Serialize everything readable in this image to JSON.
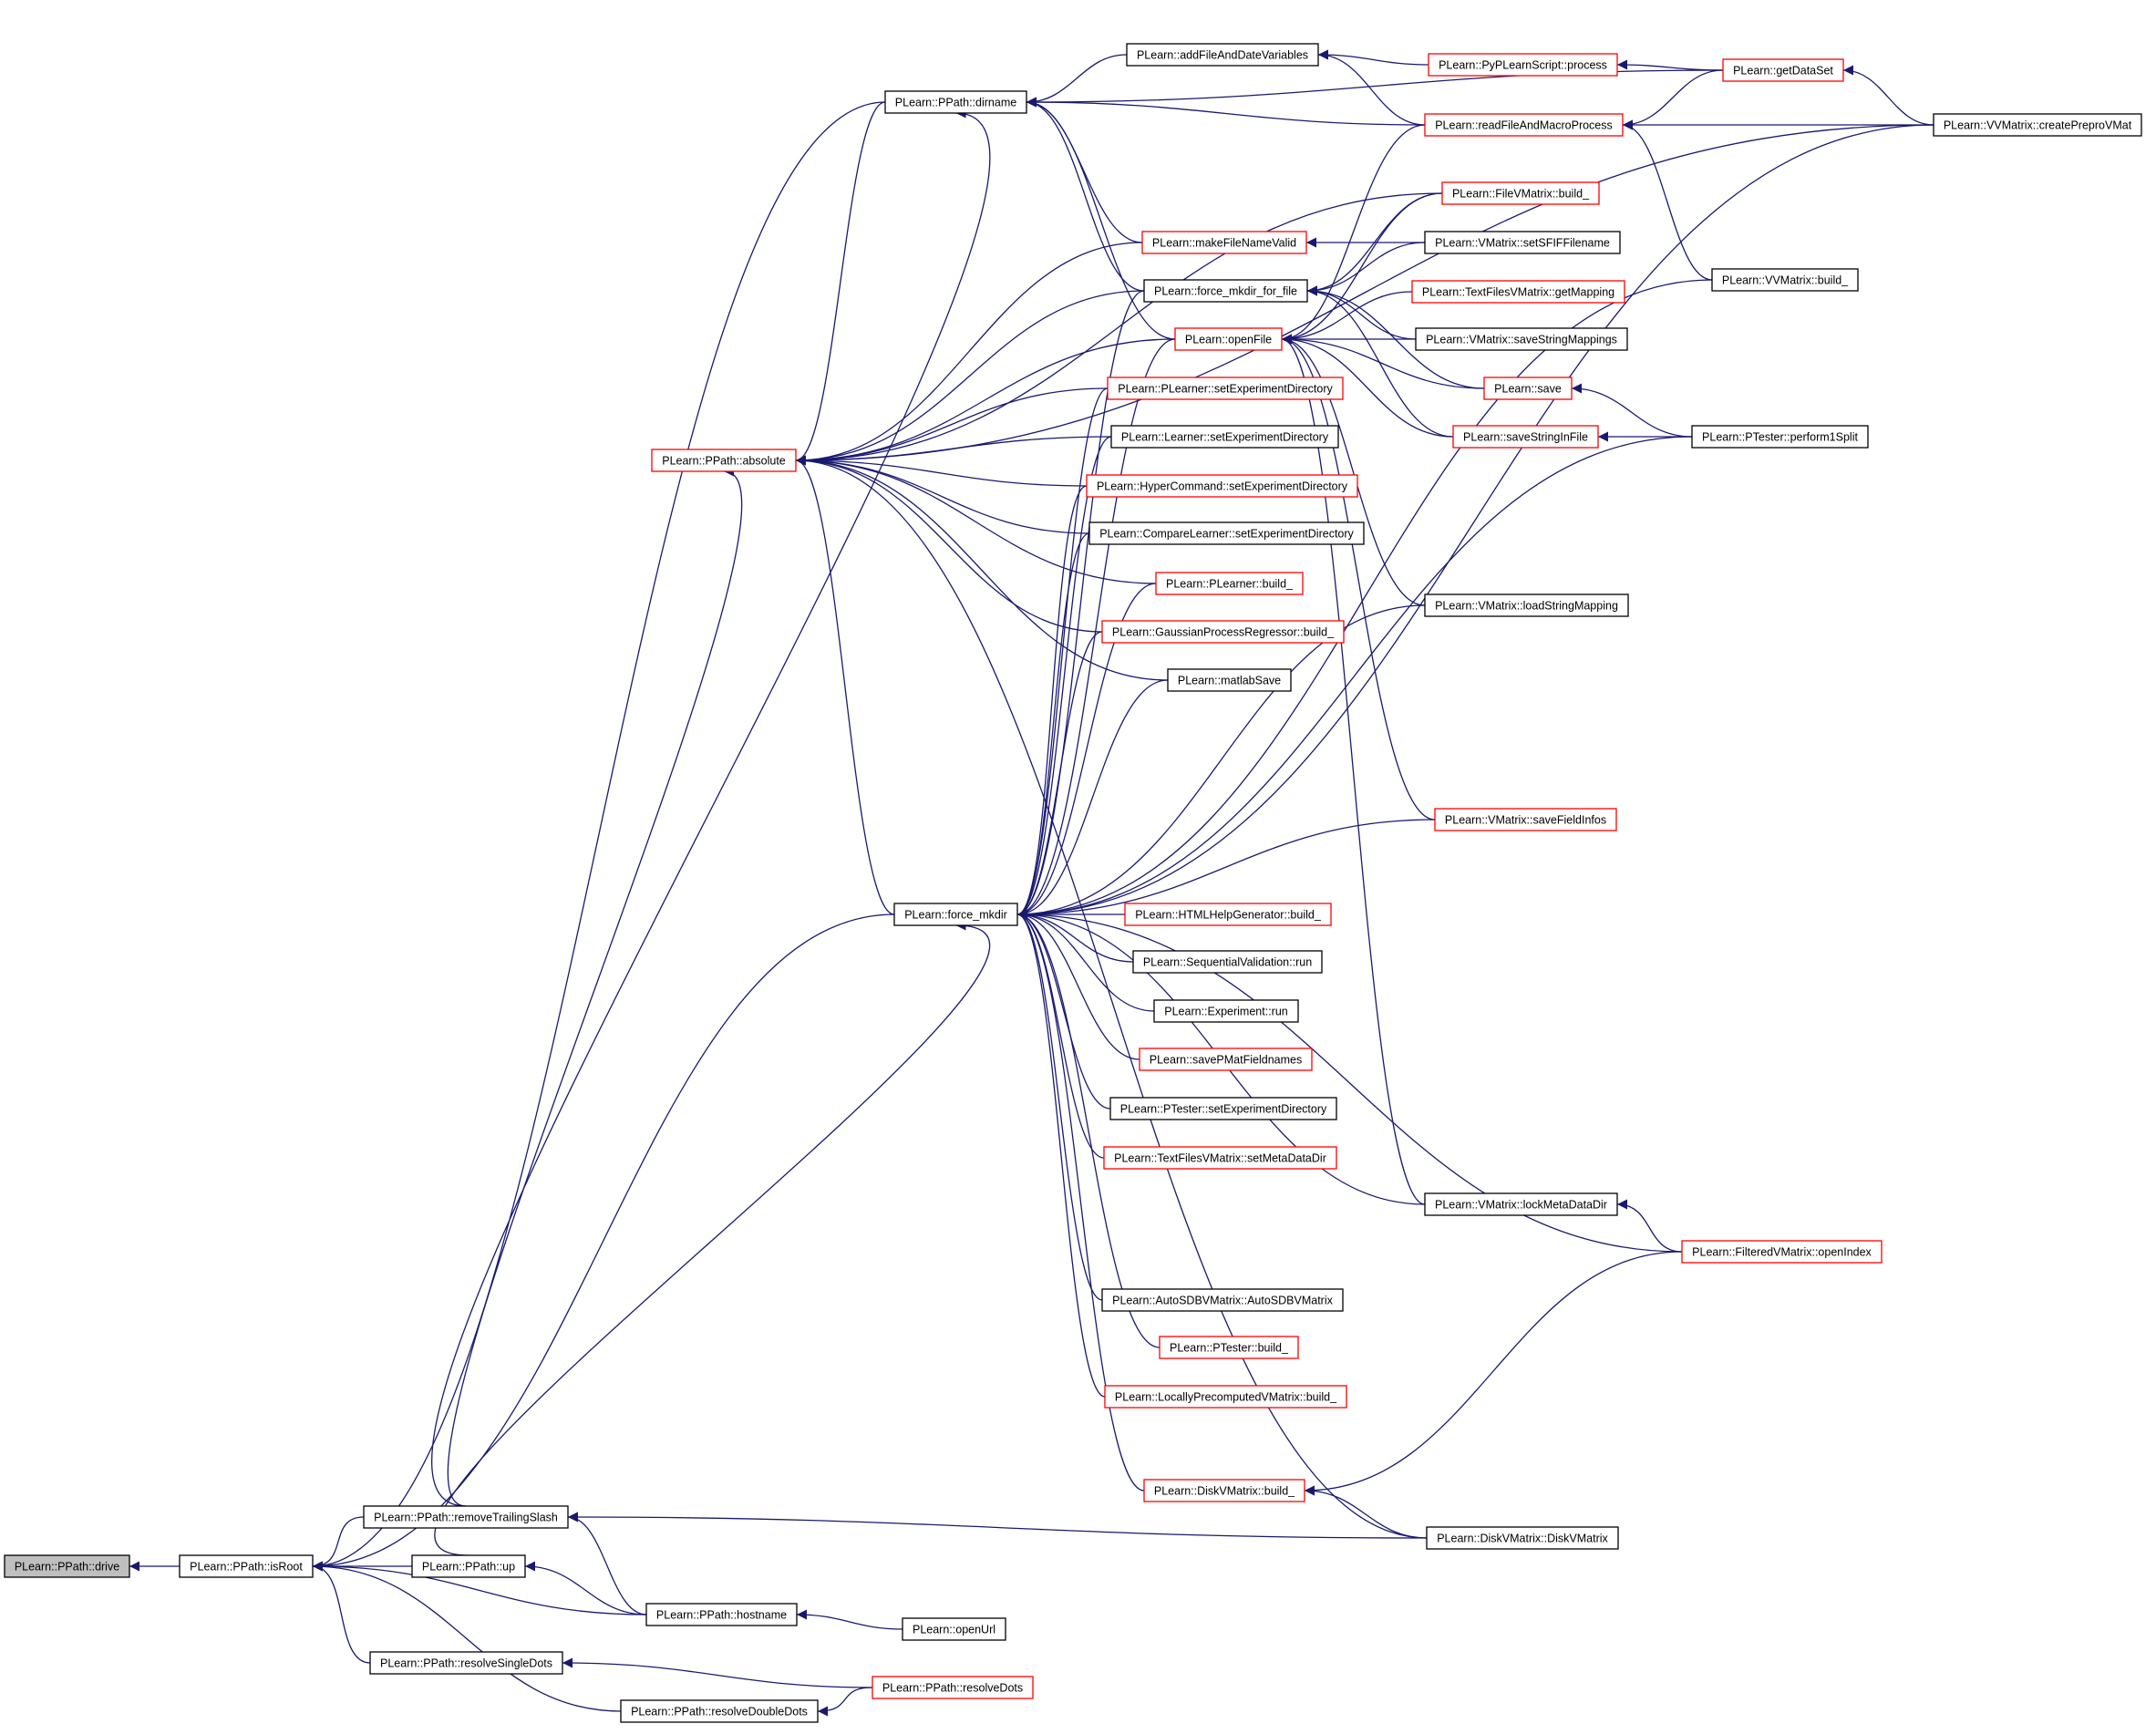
{
  "colors": {
    "edge": "#191970",
    "border_normal": "#000000",
    "border_truncated": "#ff0000",
    "fill_root": "#bfbfbf",
    "fill_node": "#ffffff",
    "text": "#000000"
  },
  "root": "PLearn::PPath::drive",
  "nodes": {
    "drive": {
      "label": "PLearn::PPath::drive",
      "style": "root"
    },
    "isRoot": {
      "label": "PLearn::PPath::isRoot",
      "style": "normal"
    },
    "removeTrailingSlash": {
      "label": "PLearn::PPath::removeTrailingSlash",
      "style": "normal"
    },
    "up": {
      "label": "PLearn::PPath::up",
      "style": "normal"
    },
    "hostname": {
      "label": "PLearn::PPath::hostname",
      "style": "normal"
    },
    "openUrl": {
      "label": "PLearn::openUrl",
      "style": "normal"
    },
    "resolveSingleDots": {
      "label": "PLearn::PPath::resolveSingleDots",
      "style": "normal"
    },
    "resolveDoubleDots": {
      "label": "PLearn::PPath::resolveDoubleDots",
      "style": "normal"
    },
    "resolveDots": {
      "label": "PLearn::PPath::resolveDots",
      "style": "truncated"
    },
    "absolute": {
      "label": "PLearn::PPath::absolute",
      "style": "truncated"
    },
    "dirname": {
      "label": "PLearn::PPath::dirname",
      "style": "normal"
    },
    "addFileAndDateVariables": {
      "label": "PLearn::addFileAndDateVariables",
      "style": "normal"
    },
    "pyProcess": {
      "label": "PLearn::PyPLearnScript::process",
      "style": "truncated"
    },
    "getDataSet": {
      "label": "PLearn::getDataSet",
      "style": "truncated"
    },
    "readFileAndMacroProcess": {
      "label": "PLearn::readFileAndMacroProcess",
      "style": "truncated"
    },
    "createPreproVMat": {
      "label": "PLearn::VVMatrix::createPreproVMat",
      "style": "normal"
    },
    "vvBuild": {
      "label": "PLearn::VVMatrix::build_",
      "style": "normal"
    },
    "fileVMatrixBuild": {
      "label": "PLearn::FileVMatrix::build_",
      "style": "truncated"
    },
    "makeFileNameValid": {
      "label": "PLearn::makeFileNameValid",
      "style": "truncated"
    },
    "setSFIFFilename": {
      "label": "PLearn::VMatrix::setSFIFFilename",
      "style": "normal"
    },
    "forceMkdirForFile": {
      "label": "PLearn::force_mkdir_for_file",
      "style": "normal"
    },
    "textFilesGetMapping": {
      "label": "PLearn::TextFilesVMatrix::getMapping",
      "style": "truncated"
    },
    "openFile": {
      "label": "PLearn::openFile",
      "style": "truncated"
    },
    "saveStringMappings": {
      "label": "PLearn::VMatrix::saveStringMappings",
      "style": "normal"
    },
    "save": {
      "label": "PLearn::save",
      "style": "truncated"
    },
    "saveStringInFile": {
      "label": "PLearn::saveStringInFile",
      "style": "truncated"
    },
    "perform1Split": {
      "label": "PLearn::PTester::perform1Split",
      "style": "normal"
    },
    "loadStringMapping": {
      "label": "PLearn::VMatrix::loadStringMapping",
      "style": "normal"
    },
    "saveFieldInfos": {
      "label": "PLearn::VMatrix::saveFieldInfos",
      "style": "truncated"
    },
    "plearnerSetExp": {
      "label": "PLearn::PLearner::setExperimentDirectory",
      "style": "truncated"
    },
    "learnerSetExp": {
      "label": "PLearn::Learner::setExperimentDirectory",
      "style": "normal"
    },
    "hyperSetExp": {
      "label": "PLearn::HyperCommand::setExperimentDirectory",
      "style": "truncated"
    },
    "compareSetExp": {
      "label": "PLearn::CompareLearner::setExperimentDirectory",
      "style": "normal"
    },
    "plearnerBuild": {
      "label": "PLearn::PLearner::build_",
      "style": "truncated"
    },
    "gaussianBuild": {
      "label": "PLearn::GaussianProcessRegressor::build_",
      "style": "truncated"
    },
    "matlabSave": {
      "label": "PLearn::matlabSave",
      "style": "normal"
    },
    "forceMkdir": {
      "label": "PLearn::force_mkdir",
      "style": "normal"
    },
    "htmlHelpBuild": {
      "label": "PLearn::HTMLHelpGenerator::build_",
      "style": "truncated"
    },
    "seqValRun": {
      "label": "PLearn::SequentialValidation::run",
      "style": "normal"
    },
    "experimentRun": {
      "label": "PLearn::Experiment::run",
      "style": "normal"
    },
    "savePMatFieldnames": {
      "label": "PLearn::savePMatFieldnames",
      "style": "truncated"
    },
    "ptesterSetExp": {
      "label": "PLearn::PTester::setExperimentDirectory",
      "style": "normal"
    },
    "textFilesSetMeta": {
      "label": "PLearn::TextFilesVMatrix::setMetaDataDir",
      "style": "truncated"
    },
    "lockMetaDataDir": {
      "label": "PLearn::VMatrix::lockMetaDataDir",
      "style": "normal"
    },
    "filteredOpenIndex": {
      "label": "PLearn::FilteredVMatrix::openIndex",
      "style": "truncated"
    },
    "autoSDBV": {
      "label": "PLearn::AutoSDBVMatrix::AutoSDBVMatrix",
      "style": "normal"
    },
    "ptesterBuild": {
      "label": "PLearn::PTester::build_",
      "style": "truncated"
    },
    "locallyBuild": {
      "label": "PLearn::LocallyPrecomputedVMatrix::build_",
      "style": "truncated"
    },
    "diskBuild": {
      "label": "PLearn::DiskVMatrix::build_",
      "style": "truncated"
    },
    "diskCtor": {
      "label": "PLearn::DiskVMatrix::DiskVMatrix",
      "style": "normal"
    }
  },
  "edges": [
    [
      "isRoot",
      "drive"
    ],
    [
      "removeTrailingSlash",
      "isRoot"
    ],
    [
      "up",
      "isRoot"
    ],
    [
      "hostname",
      "isRoot"
    ],
    [
      "resolveSingleDots",
      "isRoot"
    ],
    [
      "resolveDoubleDots",
      "isRoot"
    ],
    [
      "dirname",
      "isRoot"
    ],
    [
      "forceMkdir",
      "isRoot"
    ],
    [
      "diskCtor",
      "removeTrailingSlash"
    ],
    [
      "hostname",
      "removeTrailingSlash"
    ],
    [
      "hostname",
      "up"
    ],
    [
      "openUrl",
      "hostname"
    ],
    [
      "resolveDots",
      "resolveSingleDots"
    ],
    [
      "resolveDots",
      "resolveDoubleDots"
    ],
    [
      "removeTrailingSlash",
      "absolute"
    ],
    [
      "removeTrailingSlash",
      "dirname"
    ],
    [
      "up",
      "forceMkdir"
    ],
    [
      "addFileAndDateVariables",
      "dirname"
    ],
    [
      "readFileAndMacroProcess",
      "dirname"
    ],
    [
      "getDataSet",
      "dirname"
    ],
    [
      "makeFileNameValid",
      "dirname"
    ],
    [
      "forceMkdirForFile",
      "dirname"
    ],
    [
      "openFile",
      "dirname"
    ],
    [
      "pyProcess",
      "addFileAndDateVariables"
    ],
    [
      "readFileAndMacroProcess",
      "addFileAndDateVariables"
    ],
    [
      "getDataSet",
      "pyProcess"
    ],
    [
      "getDataSet",
      "readFileAndMacroProcess"
    ],
    [
      "createPreproVMat",
      "readFileAndMacroProcess"
    ],
    [
      "vvBuild",
      "readFileAndMacroProcess"
    ],
    [
      "createPreproVMat",
      "getDataSet"
    ],
    [
      "createPreproVMat",
      "absolute"
    ],
    [
      "setSFIFFilename",
      "makeFileNameValid"
    ],
    [
      "fileVMatrixBuild",
      "forceMkdirForFile"
    ],
    [
      "setSFIFFilename",
      "forceMkdirForFile"
    ],
    [
      "saveStringMappings",
      "forceMkdirForFile"
    ],
    [
      "save",
      "forceMkdirForFile"
    ],
    [
      "saveStringInFile",
      "forceMkdirForFile"
    ],
    [
      "readFileAndMacroProcess",
      "openFile"
    ],
    [
      "fileVMatrixBuild",
      "openFile"
    ],
    [
      "textFilesGetMapping",
      "openFile"
    ],
    [
      "saveStringMappings",
      "openFile"
    ],
    [
      "save",
      "openFile"
    ],
    [
      "saveStringInFile",
      "openFile"
    ],
    [
      "loadStringMapping",
      "openFile"
    ],
    [
      "saveFieldInfos",
      "openFile"
    ],
    [
      "lockMetaDataDir",
      "openFile"
    ],
    [
      "perform1Split",
      "save"
    ],
    [
      "perform1Split",
      "saveStringInFile"
    ],
    [
      "dirname",
      "absolute"
    ],
    [
      "fileVMatrixBuild",
      "absolute"
    ],
    [
      "makeFileNameValid",
      "absolute"
    ],
    [
      "forceMkdirForFile",
      "absolute"
    ],
    [
      "openFile",
      "absolute"
    ],
    [
      "plearnerSetExp",
      "absolute"
    ],
    [
      "learnerSetExp",
      "absolute"
    ],
    [
      "hyperSetExp",
      "absolute"
    ],
    [
      "compareSetExp",
      "absolute"
    ],
    [
      "plearnerBuild",
      "absolute"
    ],
    [
      "gaussianBuild",
      "absolute"
    ],
    [
      "matlabSave",
      "absolute"
    ],
    [
      "forceMkdir",
      "absolute"
    ],
    [
      "diskCtor",
      "absolute"
    ],
    [
      "forceMkdirForFile",
      "forceMkdir"
    ],
    [
      "openFile",
      "forceMkdir"
    ],
    [
      "plearnerSetExp",
      "forceMkdir"
    ],
    [
      "learnerSetExp",
      "forceMkdir"
    ],
    [
      "hyperSetExp",
      "forceMkdir"
    ],
    [
      "compareSetExp",
      "forceMkdir"
    ],
    [
      "plearnerBuild",
      "forceMkdir"
    ],
    [
      "gaussianBuild",
      "forceMkdir"
    ],
    [
      "matlabSave",
      "forceMkdir"
    ],
    [
      "loadStringMapping",
      "forceMkdir"
    ],
    [
      "saveFieldInfos",
      "forceMkdir"
    ],
    [
      "vvBuild",
      "forceMkdir"
    ],
    [
      "perform1Split",
      "forceMkdir"
    ],
    [
      "htmlHelpBuild",
      "forceMkdir"
    ],
    [
      "seqValRun",
      "forceMkdir"
    ],
    [
      "experimentRun",
      "forceMkdir"
    ],
    [
      "savePMatFieldnames",
      "forceMkdir"
    ],
    [
      "ptesterSetExp",
      "forceMkdir"
    ],
    [
      "textFilesSetMeta",
      "forceMkdir"
    ],
    [
      "lockMetaDataDir",
      "forceMkdir"
    ],
    [
      "filteredOpenIndex",
      "forceMkdir"
    ],
    [
      "autoSDBV",
      "forceMkdir"
    ],
    [
      "ptesterBuild",
      "forceMkdir"
    ],
    [
      "locallyBuild",
      "forceMkdir"
    ],
    [
      "createPreproVMat",
      "forceMkdir"
    ],
    [
      "diskBuild",
      "forceMkdir"
    ],
    [
      "filteredOpenIndex",
      "lockMetaDataDir"
    ],
    [
      "diskCtor",
      "diskBuild"
    ],
    [
      "filteredOpenIndex",
      "diskBuild"
    ]
  ]
}
